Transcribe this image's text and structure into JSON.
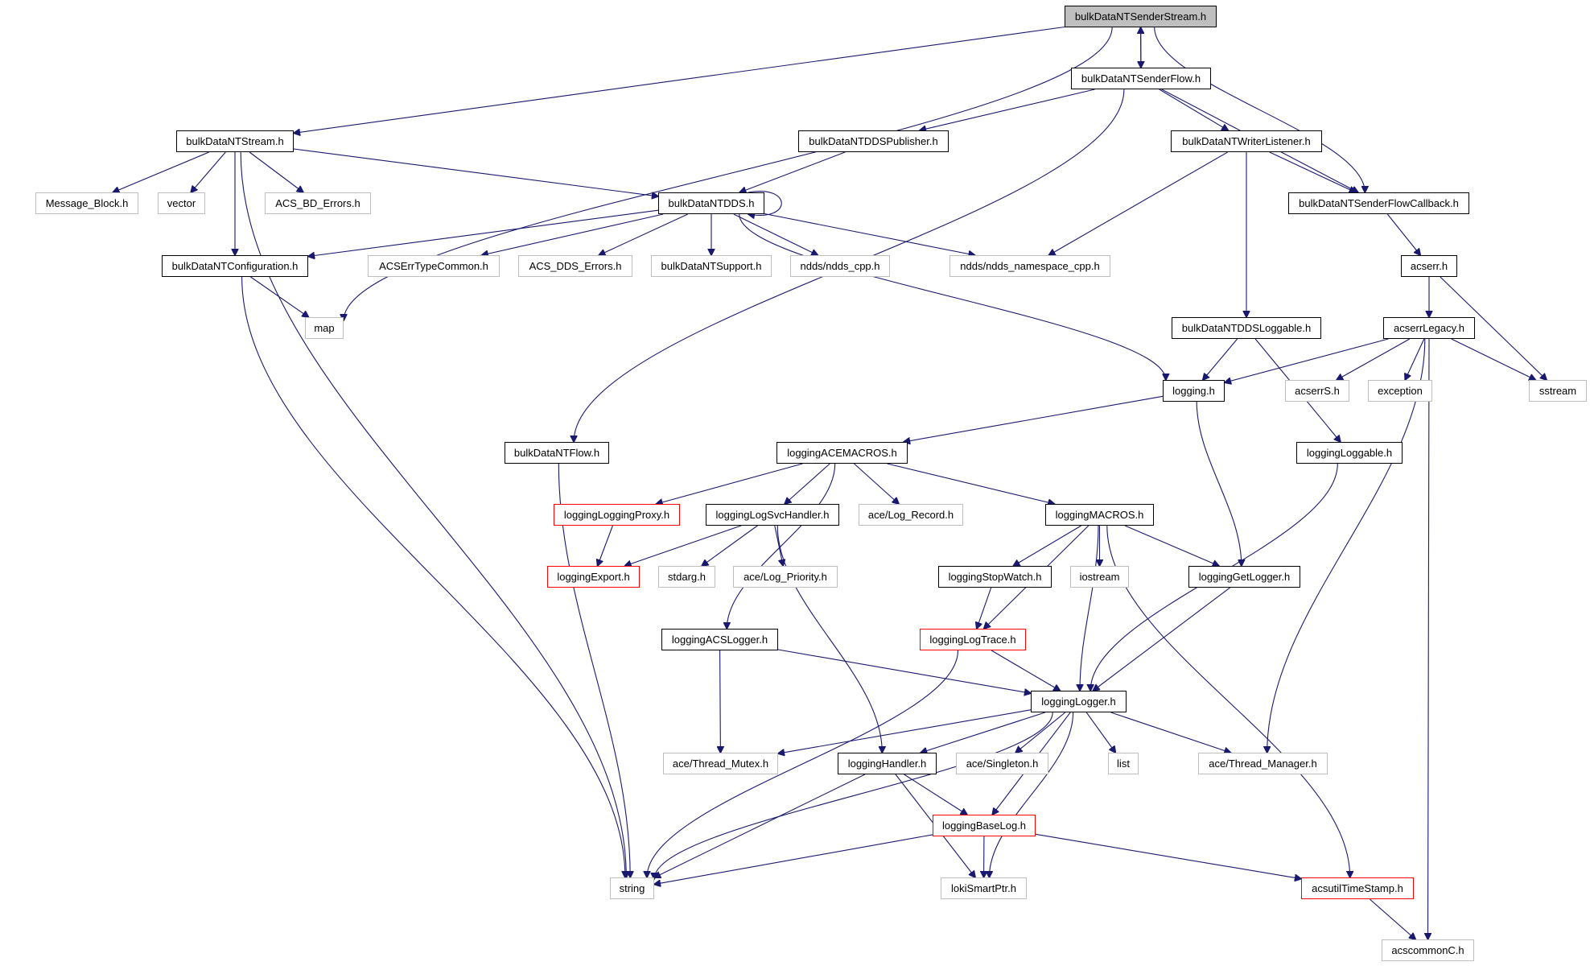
{
  "graph": {
    "title": "bulkDataNTSenderStream.h",
    "type": "include-dependency-graph",
    "colors": {
      "edge": "#191970",
      "root_fill": "#bfbfbf",
      "node_border": "#000000",
      "external_border": "#bfbfbf",
      "truncated_border": "#ff0000"
    },
    "nodes": {
      "n01": {
        "label": "bulkDataNTSenderStream.h",
        "kind": "root"
      },
      "n02": {
        "label": "bulkDataNTSenderFlow.h",
        "kind": "documented"
      },
      "n03": {
        "label": "bulkDataNTStream.h",
        "kind": "documented"
      },
      "n04": {
        "label": "bulkDataNTDDSPublisher.h",
        "kind": "documented"
      },
      "n05": {
        "label": "bulkDataNTWriterListener.h",
        "kind": "documented"
      },
      "n06": {
        "label": "Message_Block.h",
        "kind": "external"
      },
      "n07": {
        "label": "vector",
        "kind": "external"
      },
      "n08": {
        "label": "ACS_BD_Errors.h",
        "kind": "external"
      },
      "n09": {
        "label": "bulkDataNTDDS.h",
        "kind": "documented"
      },
      "n10": {
        "label": "bulkDataNTSenderFlowCallback.h",
        "kind": "documented"
      },
      "n11": {
        "label": "bulkDataNTConfiguration.h",
        "kind": "documented"
      },
      "n12": {
        "label": "ACSErrTypeCommon.h",
        "kind": "external"
      },
      "n13": {
        "label": "ACS_DDS_Errors.h",
        "kind": "external"
      },
      "n14": {
        "label": "bulkDataNTSupport.h",
        "kind": "external"
      },
      "n15": {
        "label": "ndds/ndds_cpp.h",
        "kind": "external"
      },
      "n16": {
        "label": "ndds/ndds_namespace_cpp.h",
        "kind": "external"
      },
      "n17": {
        "label": "acserr.h",
        "kind": "documented"
      },
      "n18": {
        "label": "map",
        "kind": "external"
      },
      "n19": {
        "label": "bulkDataNTDDSLoggable.h",
        "kind": "documented"
      },
      "n20": {
        "label": "acserrLegacy.h",
        "kind": "documented"
      },
      "n21": {
        "label": "logging.h",
        "kind": "documented"
      },
      "n22": {
        "label": "acserrS.h",
        "kind": "external"
      },
      "n23": {
        "label": "exception",
        "kind": "external"
      },
      "n24": {
        "label": "sstream",
        "kind": "external"
      },
      "n25": {
        "label": "bulkDataNTFlow.h",
        "kind": "documented"
      },
      "n26": {
        "label": "loggingACEMACROS.h",
        "kind": "documented"
      },
      "n27": {
        "label": "loggingLoggable.h",
        "kind": "documented"
      },
      "n28": {
        "label": "loggingLoggingProxy.h",
        "kind": "truncated"
      },
      "n29": {
        "label": "loggingLogSvcHandler.h",
        "kind": "documented"
      },
      "n30": {
        "label": "ace/Log_Record.h",
        "kind": "external"
      },
      "n31": {
        "label": "loggingMACROS.h",
        "kind": "documented"
      },
      "n32": {
        "label": "loggingExport.h",
        "kind": "truncated"
      },
      "n33": {
        "label": "stdarg.h",
        "kind": "external"
      },
      "n34": {
        "label": "ace/Log_Priority.h",
        "kind": "external"
      },
      "n35": {
        "label": "loggingStopWatch.h",
        "kind": "documented"
      },
      "n36": {
        "label": "iostream",
        "kind": "external"
      },
      "n37": {
        "label": "loggingGetLogger.h",
        "kind": "documented"
      },
      "n38": {
        "label": "loggingACSLogger.h",
        "kind": "documented"
      },
      "n39": {
        "label": "loggingLogTrace.h",
        "kind": "truncated"
      },
      "n40": {
        "label": "loggingLogger.h",
        "kind": "documented"
      },
      "n41": {
        "label": "ace/Thread_Mutex.h",
        "kind": "external"
      },
      "n42": {
        "label": "loggingHandler.h",
        "kind": "documented"
      },
      "n43": {
        "label": "ace/Singleton.h",
        "kind": "external"
      },
      "n44": {
        "label": "list",
        "kind": "external"
      },
      "n45": {
        "label": "ace/Thread_Manager.h",
        "kind": "external"
      },
      "n46": {
        "label": "loggingBaseLog.h",
        "kind": "truncated"
      },
      "n47": {
        "label": "string",
        "kind": "external"
      },
      "n48": {
        "label": "lokiSmartPtr.h",
        "kind": "external"
      },
      "n49": {
        "label": "acsutilTimeStamp.h",
        "kind": "truncated"
      },
      "n50": {
        "label": "acscommonC.h",
        "kind": "external"
      }
    },
    "edges": [
      [
        "n01",
        "n02"
      ],
      [
        "n02",
        "n01"
      ],
      [
        "n01",
        "n03"
      ],
      [
        "n01",
        "n18"
      ],
      [
        "n01",
        "n10"
      ],
      [
        "n02",
        "n04"
      ],
      [
        "n02",
        "n05"
      ],
      [
        "n02",
        "n10"
      ],
      [
        "n02",
        "n25"
      ],
      [
        "n03",
        "n06"
      ],
      [
        "n03",
        "n07"
      ],
      [
        "n03",
        "n08"
      ],
      [
        "n03",
        "n11"
      ],
      [
        "n03",
        "n09"
      ],
      [
        "n03",
        "n47"
      ],
      [
        "n04",
        "n09"
      ],
      [
        "n05",
        "n10"
      ],
      [
        "n05",
        "n16"
      ],
      [
        "n05",
        "n19"
      ],
      [
        "n09",
        "n09"
      ],
      [
        "n09",
        "n11"
      ],
      [
        "n09",
        "n12"
      ],
      [
        "n09",
        "n13"
      ],
      [
        "n09",
        "n14"
      ],
      [
        "n09",
        "n15"
      ],
      [
        "n09",
        "n16"
      ],
      [
        "n09",
        "n21"
      ],
      [
        "n10",
        "n17"
      ],
      [
        "n11",
        "n18"
      ],
      [
        "n11",
        "n47"
      ],
      [
        "n17",
        "n20"
      ],
      [
        "n17",
        "n24"
      ],
      [
        "n19",
        "n21"
      ],
      [
        "n19",
        "n27"
      ],
      [
        "n20",
        "n21"
      ],
      [
        "n20",
        "n22"
      ],
      [
        "n20",
        "n23"
      ],
      [
        "n20",
        "n24"
      ],
      [
        "n20",
        "n45"
      ],
      [
        "n20",
        "n50"
      ],
      [
        "n21",
        "n26"
      ],
      [
        "n21",
        "n37"
      ],
      [
        "n25",
        "n47"
      ],
      [
        "n26",
        "n28"
      ],
      [
        "n26",
        "n29"
      ],
      [
        "n26",
        "n30"
      ],
      [
        "n26",
        "n31"
      ],
      [
        "n26",
        "n38"
      ],
      [
        "n27",
        "n40"
      ],
      [
        "n28",
        "n32"
      ],
      [
        "n29",
        "n32"
      ],
      [
        "n29",
        "n33"
      ],
      [
        "n29",
        "n34"
      ],
      [
        "n29",
        "n42"
      ],
      [
        "n31",
        "n35"
      ],
      [
        "n31",
        "n36"
      ],
      [
        "n31",
        "n37"
      ],
      [
        "n31",
        "n39"
      ],
      [
        "n31",
        "n40"
      ],
      [
        "n31",
        "n49"
      ],
      [
        "n35",
        "n39"
      ],
      [
        "n37",
        "n40"
      ],
      [
        "n38",
        "n40"
      ],
      [
        "n38",
        "n41"
      ],
      [
        "n39",
        "n40"
      ],
      [
        "n39",
        "n47"
      ],
      [
        "n40",
        "n41"
      ],
      [
        "n40",
        "n42"
      ],
      [
        "n40",
        "n43"
      ],
      [
        "n40",
        "n44"
      ],
      [
        "n40",
        "n45"
      ],
      [
        "n40",
        "n46"
      ],
      [
        "n40",
        "n47"
      ],
      [
        "n40",
        "n48"
      ],
      [
        "n42",
        "n46"
      ],
      [
        "n42",
        "n47"
      ],
      [
        "n42",
        "n48"
      ],
      [
        "n46",
        "n47"
      ],
      [
        "n46",
        "n48"
      ],
      [
        "n46",
        "n49"
      ],
      [
        "n49",
        "n50"
      ]
    ]
  }
}
